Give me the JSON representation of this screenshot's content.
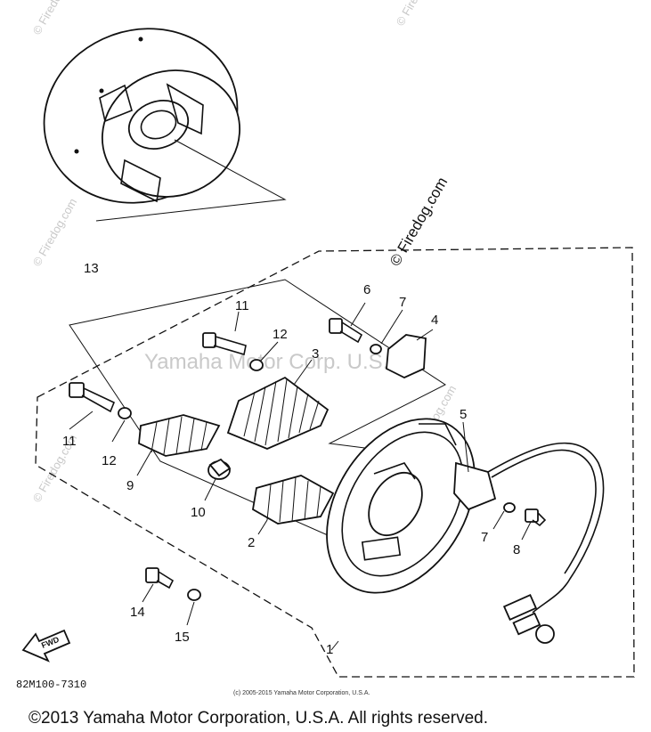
{
  "watermarks": {
    "corner": "© Firedog.com",
    "center": "Yamaha Motor Corp. U.S.A."
  },
  "callouts": {
    "p1": "1",
    "p2": "2",
    "p3": "3",
    "p4": "4",
    "p5": "5",
    "p6": "6",
    "p7a": "7",
    "p7b": "7",
    "p8": "8",
    "p9": "9",
    "p10": "10",
    "p11a": "11",
    "p11b": "11",
    "p12a": "12",
    "p12b": "12",
    "p13": "13",
    "p14": "14",
    "p15": "15"
  },
  "fwd_label": "FWD",
  "diagram_code": "82M100-7310",
  "small_copyright": "(c) 2005-2015 Yamaha Motor Corporation, U.S.A.",
  "copyright": "©2013 Yamaha Motor Corporation, U.S.A. All rights reserved."
}
